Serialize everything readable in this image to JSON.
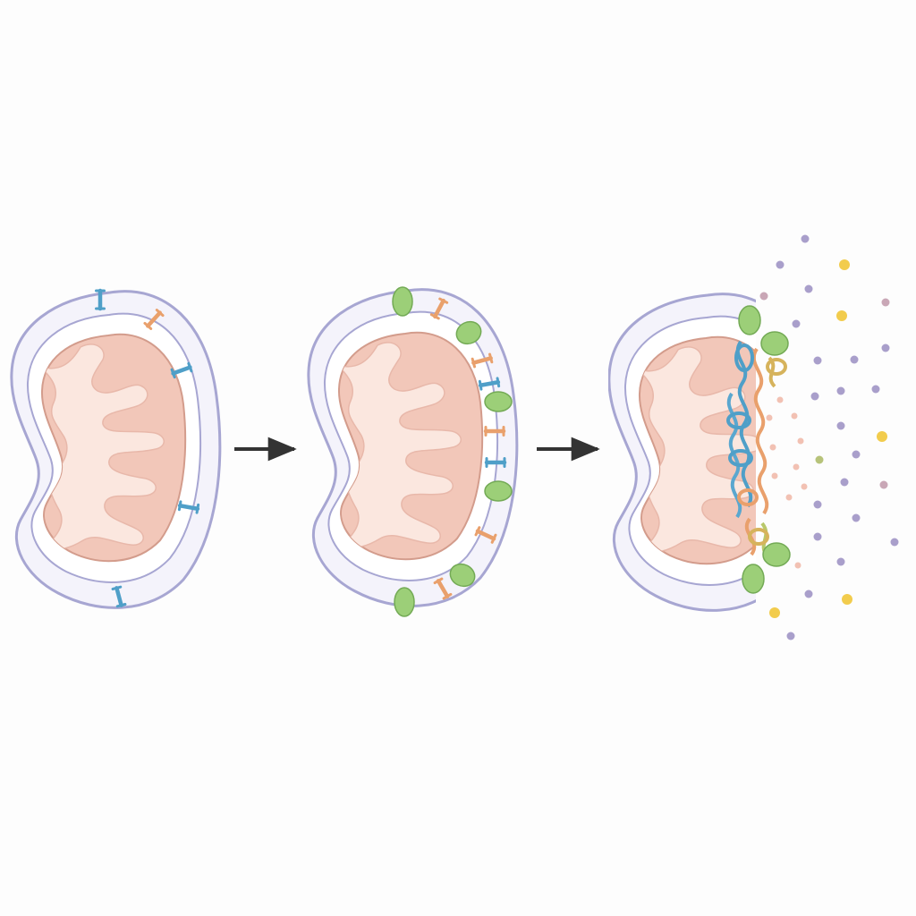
{
  "diagram": {
    "panels": [
      {
        "id": "intact",
        "stage": 1
      },
      {
        "id": "recruitment",
        "stage": 2
      },
      {
        "id": "rupture",
        "stage": 3
      }
    ],
    "arrows": [
      {
        "from": "intact",
        "to": "recruitment"
      },
      {
        "from": "recruitment",
        "to": "rupture"
      }
    ],
    "colors": {
      "background": "#fdfdfd",
      "outer_membrane_stroke": "#a7a6d2",
      "intermembrane_space": "#f4f3fb",
      "matrix_fill": "#f2c7b9",
      "matrix_stroke": "#d39c8c",
      "cristae_fill": "#fbe7df",
      "blue_protein": "#4f9fc8",
      "orange_protein": "#e9a06c",
      "green_protein": "#9ccf78",
      "green_protein_stroke": "#73aa55",
      "purple_release": "#a99fcb",
      "yellow_release": "#f2cc4d",
      "pink_release": "#f0b6a6",
      "arrow": "#333333"
    },
    "icons": [
      "mitochondrion-icon",
      "membrane-protein-icon",
      "arrow-right-icon",
      "pore-icon",
      "released-particle-icon"
    ]
  }
}
